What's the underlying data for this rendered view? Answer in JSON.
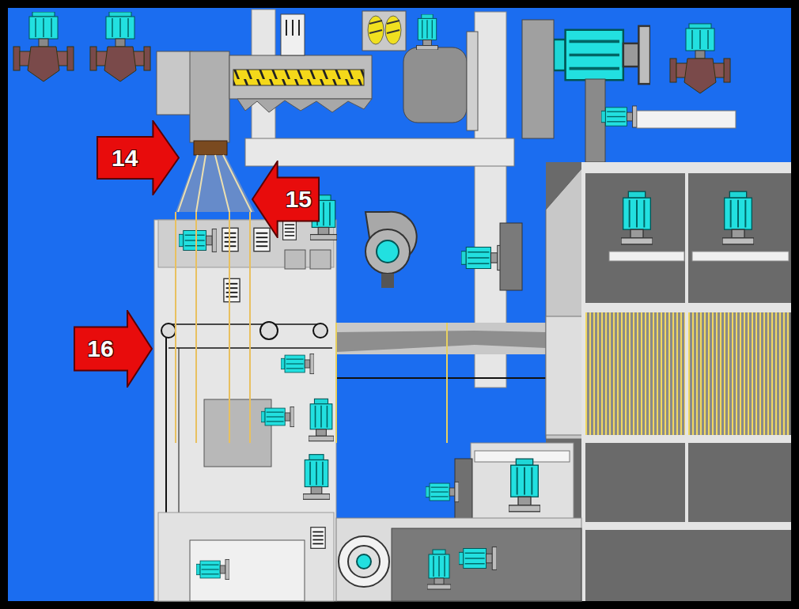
{
  "diagram": {
    "nodes": [
      {
        "text": [
          "14"
        ]
      },
      {
        "text": [
          "15"
        ]
      },
      {
        "text": [
          "16"
        ]
      }
    ]
  }
}
